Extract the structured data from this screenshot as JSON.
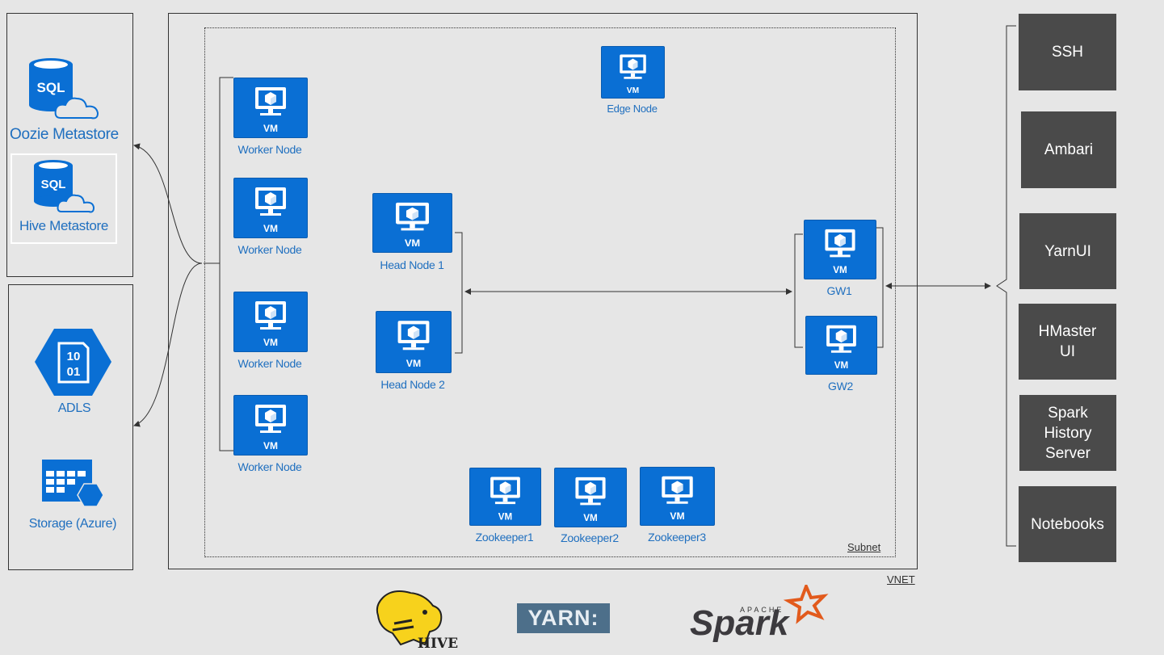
{
  "labels": {
    "oozie": "Oozie Metastore",
    "hive_meta": "Hive Metastore",
    "adls": "ADLS",
    "adls_glyph": "10\n01",
    "storage": "Storage (Azure)",
    "sql": "SQL",
    "vm": "VM",
    "edge": "Edge Node",
    "worker": "Worker Node",
    "head1": "Head Node 1",
    "head2": "Head Node 2",
    "gw1": "GW1",
    "gw2": "GW2",
    "zk1": "Zookeeper1",
    "zk2": "Zookeeper2",
    "zk3": "Zookeeper3",
    "subnet": "Subnet",
    "vnet": "VNET"
  },
  "services": [
    "SSH",
    "Ambari",
    "YarnUI",
    "HMaster UI",
    "Spark History Server",
    "Notebooks"
  ],
  "logos": {
    "hive": "HIVE",
    "yarn": "YARN:",
    "spark_top": "APACHE",
    "spark": "Spark"
  },
  "colors": {
    "azure_blue": "#0a6fd4",
    "service_bg": "#4a4a4a",
    "label_blue": "#1f6fbf",
    "background": "#e6e6e6"
  }
}
